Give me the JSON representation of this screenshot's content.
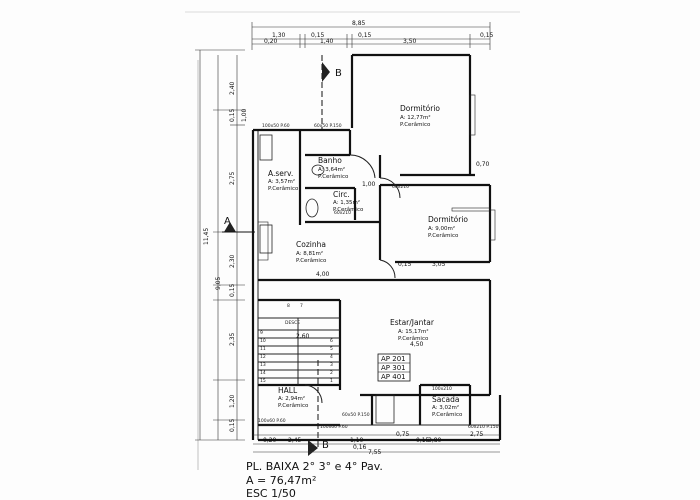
{
  "plan": {
    "title": "PL. BAIXA 2° 3° e 4° Pav.",
    "area_total": "A = 76,47m²",
    "scale_partial": "ESC 1/50"
  },
  "section_markers": {
    "a_left": "A",
    "b_top": "B",
    "b_bottom": "B"
  },
  "rooms": [
    {
      "id": "dormitorio1",
      "name": "Dormitório",
      "area": "A: 12,77m²",
      "floor": "P.Cerâmico"
    },
    {
      "id": "aserv",
      "name": "A.serv.",
      "area": "A: 3,57m²",
      "floor": "P.Cerâmico"
    },
    {
      "id": "banho",
      "name": "Banho",
      "area": "A: 3,64m²",
      "floor": "P.Cerâmico"
    },
    {
      "id": "circ",
      "name": "Circ.",
      "area": "A: 1,35m²",
      "floor": "P.Cerâmico"
    },
    {
      "id": "dormitorio2",
      "name": "Dormitório",
      "area": "A: 9,00m²",
      "floor": "P.Cerâmico"
    },
    {
      "id": "cozinha",
      "name": "Cozinha",
      "area": "A: 8,81m²",
      "floor": "P.Cerâmico"
    },
    {
      "id": "estar",
      "name": "Estar/Jantar",
      "area": "A: 15,17m²",
      "floor": "P.Cerâmico"
    },
    {
      "id": "hall",
      "name": "HALL",
      "area": "A: 2,94m²",
      "floor": "P.Cerâmico"
    },
    {
      "id": "sacada",
      "name": "Sacada",
      "area": "A: 3,02m²",
      "floor": "P.Cerâmico"
    }
  ],
  "apartments": [
    "AP 201",
    "AP 301",
    "AP 401"
  ],
  "stair": {
    "label": "DESCE",
    "steps": [
      "8",
      "7",
      "9",
      "10",
      "11",
      "12",
      "13",
      "14",
      "15",
      "6",
      "5",
      "4",
      "3",
      "2",
      "1"
    ]
  },
  "dims": {
    "top_total": "8,85",
    "top_a": "1,30",
    "top_b": "0,15",
    "top_c": "0,15",
    "top_d": "0,20",
    "top_e": "1,40",
    "top_f": "3,50",
    "top_g": "0,15",
    "left_total": "11,45",
    "left_a": "2,40",
    "left_b": "0,15",
    "left_c": "1,00",
    "left_d": "2,75",
    "left_e": "9,05",
    "left_f": "2,30",
    "left_g": "0,15",
    "left_h": "2,35",
    "left_i": "1,20",
    "left_j": "0,15",
    "mid_a": "1,00",
    "mid_b": "0,70",
    "mid_c": "4,00",
    "mid_d": "0,15",
    "mid_e": "3,05",
    "mid_f": "2,60",
    "mid_g": "4,50",
    "bot_a": "0,20",
    "bot_b": "2,45",
    "bot_c": "1,10",
    "bot_d": "0,16",
    "bot_e": "0,75",
    "bot_f": "0,15",
    "bot_g": "2,75",
    "bot_h": "3,80",
    "bot_total": "7,55"
  },
  "openings": {
    "w1": "100x50 P.60",
    "w2": "60x50 P.150",
    "w3": "60x210",
    "w4": "60x210",
    "w5": "100x60 P.60",
    "w6": "60x50 P.150",
    "w7": "100x60 P.60",
    "w8": "100x210",
    "w9": "60x210 P.150"
  }
}
